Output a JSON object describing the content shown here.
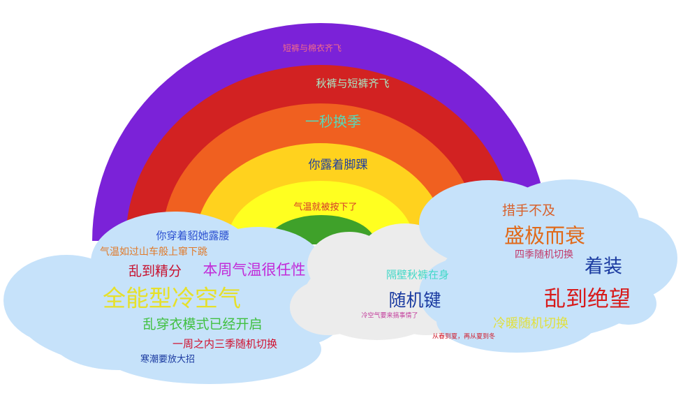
{
  "colors": {
    "arc_purple": "#7b22d8",
    "arc_red": "#d22222",
    "arc_orange": "#f06020",
    "arc_amber": "#ffd21e",
    "arc_yellow": "#ffff20",
    "arc_green": "#3fa12a",
    "cloud_blue": "#c6e2fa",
    "cloud_gray": "#ececec"
  },
  "arc_words": {
    "purple": "短裤与棉衣齐飞",
    "red": "秋裤与短裤齐飞",
    "orange": "一秒换季",
    "amber": "你露着脚踝",
    "yellow": "气温就被按下了"
  },
  "left_cloud": {
    "w1": "你穿着貂她露腰",
    "w2": "气温如过山车般上窜下跳",
    "w3": "乱到精分",
    "w4": "本周气温很任性",
    "w5": "全能型冷空气",
    "w6": "乱穿衣模式已经开启",
    "w7": "一周之内三季随机切换",
    "w8": "寒潮要放大招"
  },
  "middle_cloud": {
    "w1": "隔壁秋裤在身",
    "w2": "随机键",
    "w3": "冷空气要来搞事情了"
  },
  "right_cloud": {
    "w1": "措手不及",
    "w2": "盛极而衰",
    "w3": "四季随机切换",
    "w4": "着装",
    "w5": "乱到绝望",
    "w6": "冷暖随机切换",
    "w7": "从春到夏，再从夏到冬"
  }
}
